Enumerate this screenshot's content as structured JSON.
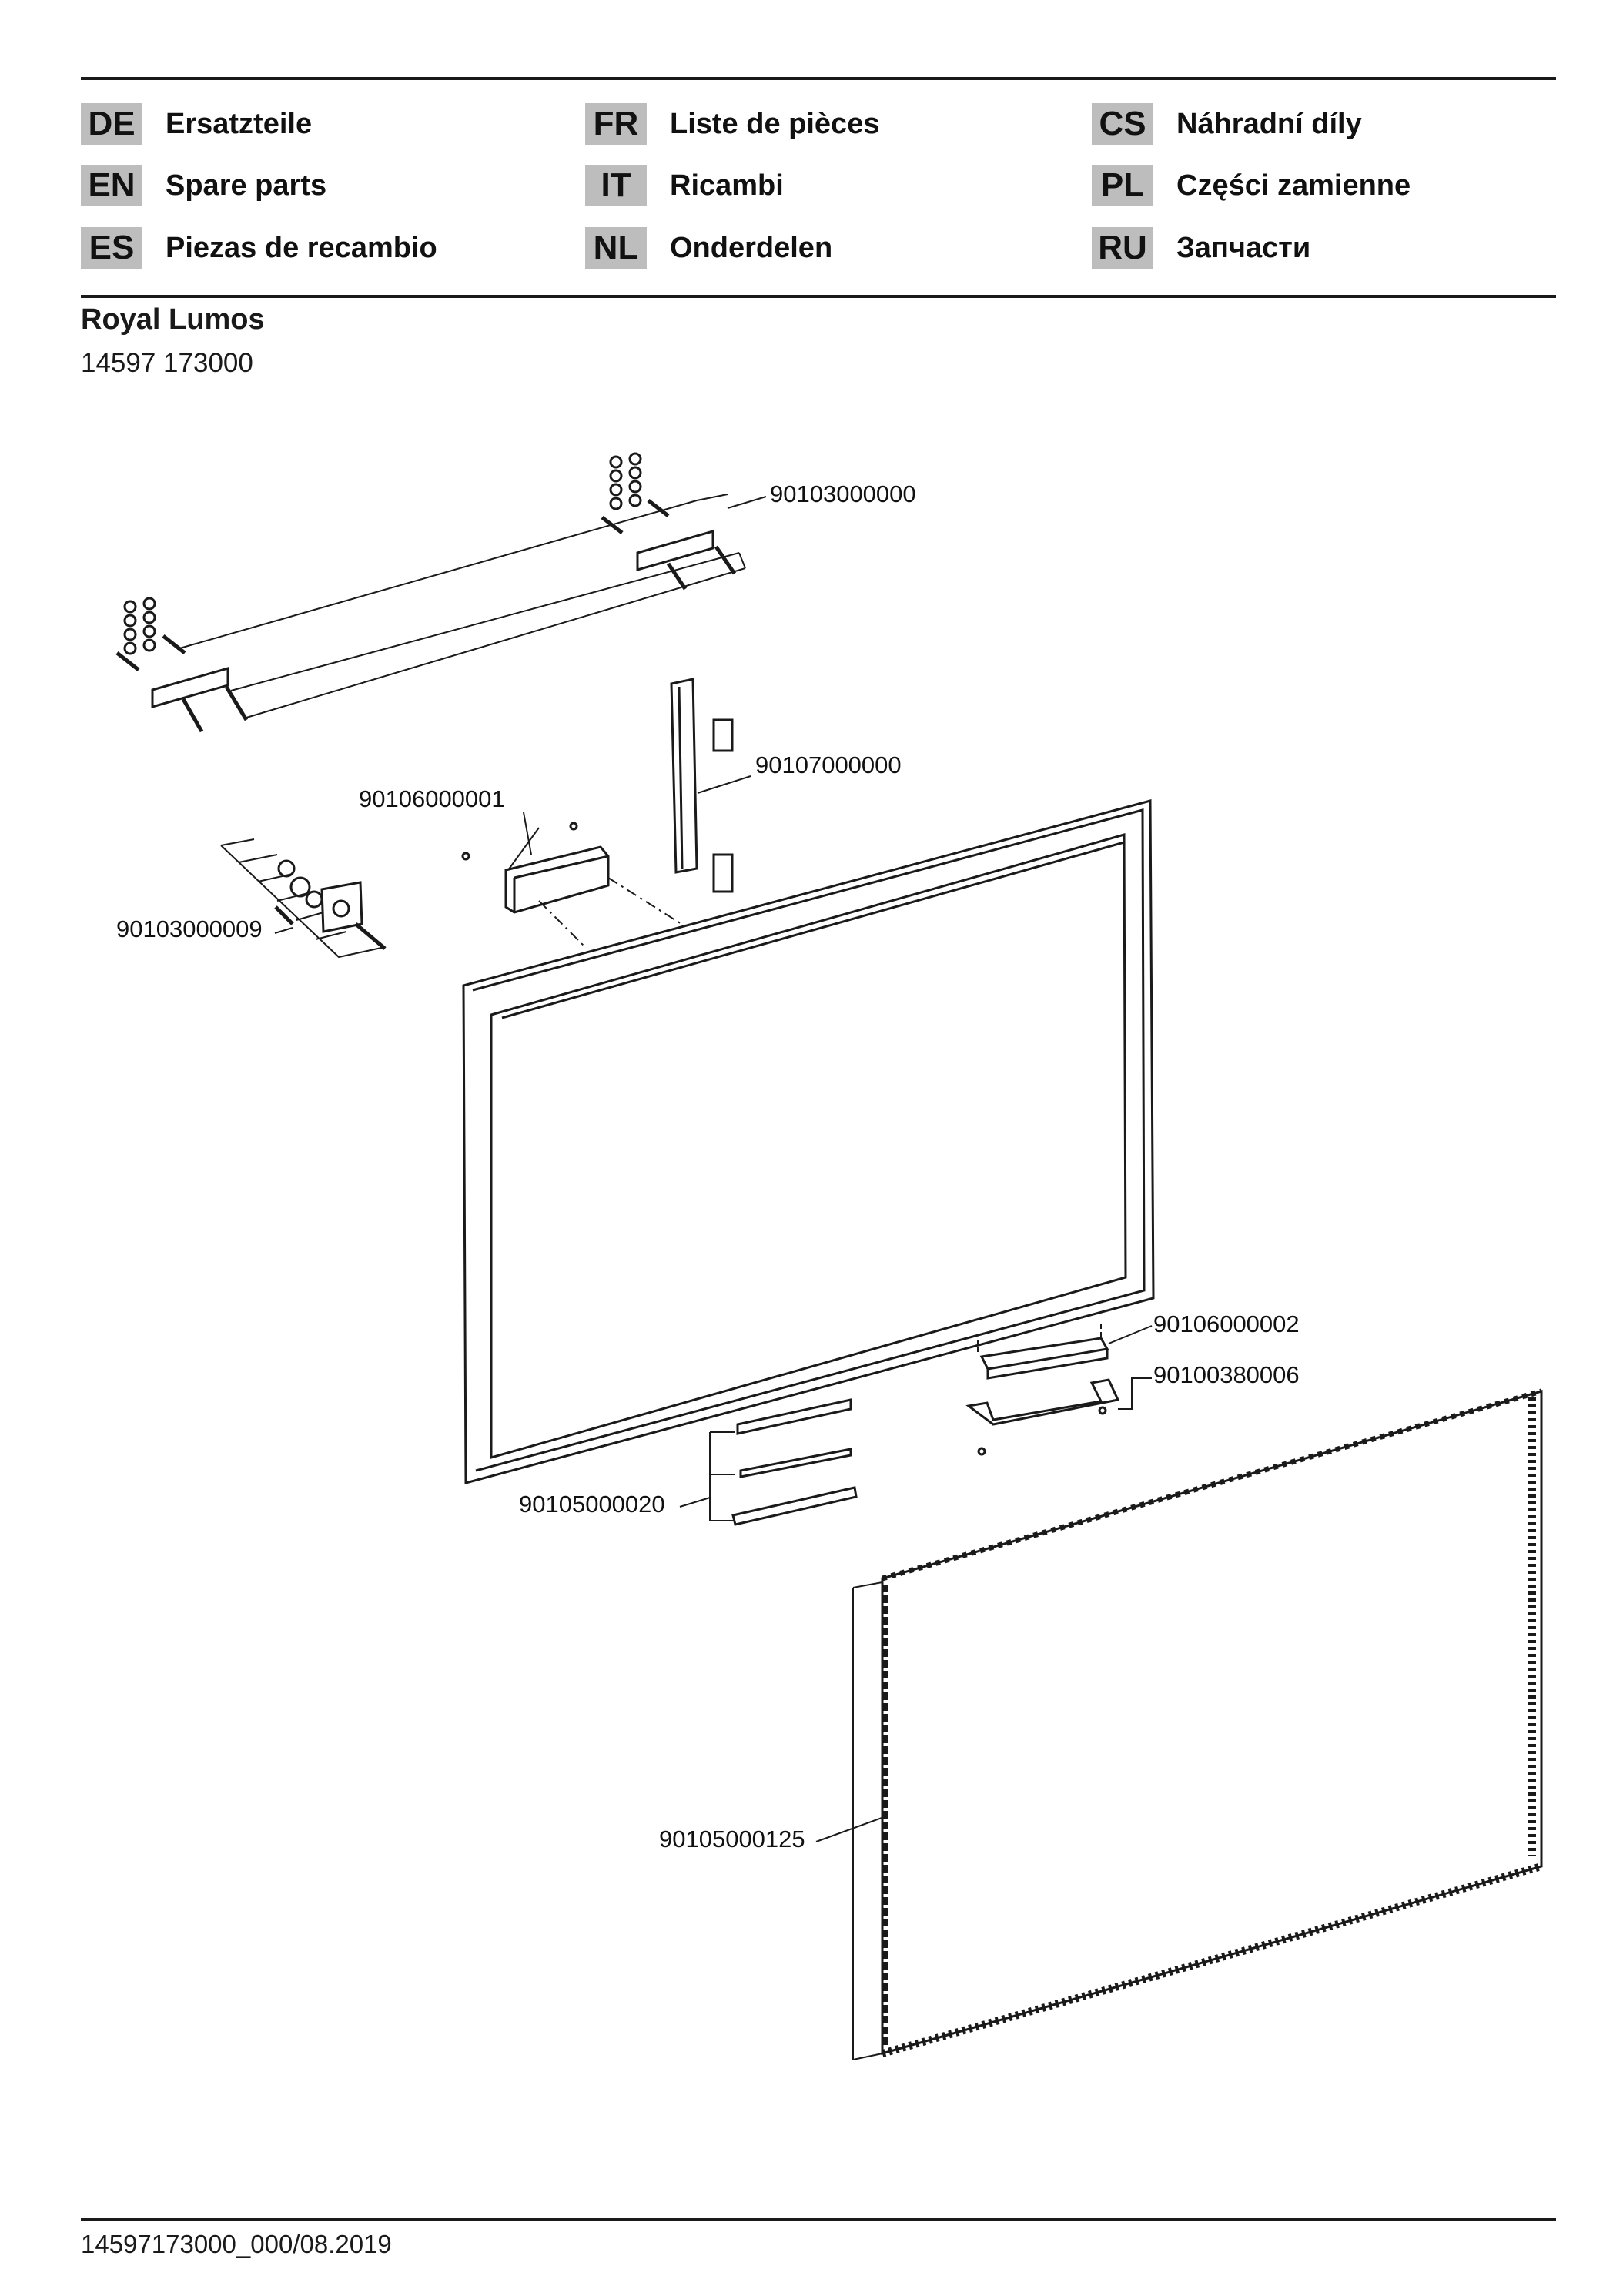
{
  "languages": [
    {
      "code": "DE",
      "label": "Ersatzteile"
    },
    {
      "code": "EN",
      "label": "Spare parts"
    },
    {
      "code": "ES",
      "label": "Piezas de recambio"
    },
    {
      "code": "FR",
      "label": "Liste de pièces"
    },
    {
      "code": "IT",
      "label": "Ricambi"
    },
    {
      "code": "NL",
      "label": "Onderdelen"
    },
    {
      "code": "CS",
      "label": "Náhradní díly"
    },
    {
      "code": "PL",
      "label": "Części zamienne"
    },
    {
      "code": "RU",
      "label": "Запчасти"
    }
  ],
  "product": {
    "name": "Royal Lumos",
    "article_number": "14597 173000"
  },
  "parts": {
    "wall_brackets": "90103000000",
    "driver": "90107000000",
    "junction_box": "90106000001",
    "spacer_kit": "90103000009",
    "switch_module": "90106000002",
    "switch_bracket": "90100380006",
    "bottom_strips": "90105000020",
    "led_panel": "90105000125"
  },
  "footer": {
    "doc_code": "14597173000_000/08.2019"
  },
  "colors": {
    "badge": "#bdbdbd",
    "ink": "#1a1a1a"
  }
}
